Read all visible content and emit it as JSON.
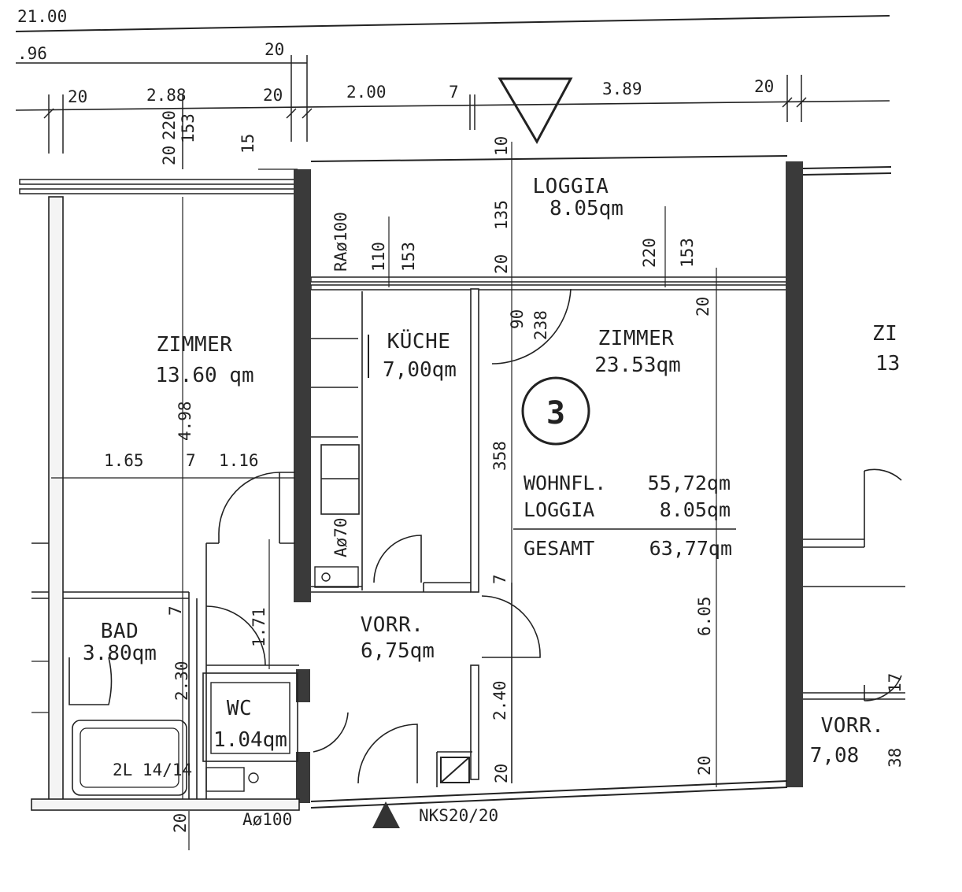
{
  "plan": {
    "apartment_number": "3",
    "rooms": [
      {
        "id": "loggia",
        "name": "LOGGIA",
        "area": "8.05qm"
      },
      {
        "id": "zimmer-large",
        "name": "ZIMMER",
        "area": "23.53qm"
      },
      {
        "id": "zimmer-left",
        "name": "ZIMMER",
        "area": "13.60 qm"
      },
      {
        "id": "kueche",
        "name": "KÜCHE",
        "area": "7,00qm"
      },
      {
        "id": "vorr",
        "name": "VORR.",
        "area": "6,75qm"
      },
      {
        "id": "bad",
        "name": "BAD",
        "area": "3.80qm"
      },
      {
        "id": "wc",
        "name": "WC",
        "area": "1.04qm"
      },
      {
        "id": "vorr-right",
        "name": "VORR.",
        "area": "7,08"
      },
      {
        "id": "zimmer-right",
        "name": "ZI",
        "area": "13"
      }
    ],
    "summary": {
      "wohnfl_label": "WOHNFL.",
      "wohnfl_value": "55,72qm",
      "loggia_label": "LOGGIA",
      "loggia_value": "8.05qm",
      "gesamt_label": "GESAMT",
      "gesamt_value": "63,77qm"
    },
    "dimensions": {
      "top_total": "21.00",
      "top_second": ".96",
      "d20_top": "20",
      "d20_a": "20",
      "d288": "2.88",
      "d20_b": "20",
      "d200": "2.00",
      "d7": "7",
      "d389": "3.89",
      "d20_right": "20",
      "v20": "20",
      "v220": "220",
      "v153": "153",
      "v15": "15",
      "v10": "10",
      "v135": "135",
      "v20b": "20",
      "v110": "110",
      "v153b": "153",
      "v220b": "220",
      "v153c": "153",
      "v20c": "20",
      "v90": "90",
      "v238": "238",
      "v498": "4.98",
      "h165": "1.65",
      "h7": "7",
      "h116": "1.16",
      "v358": "358",
      "v7": "7",
      "v171": "1.71",
      "v7b": "7",
      "v230": "2.30",
      "v605": "6.05",
      "v240": "2.40",
      "v20d": "20",
      "v20e": "20",
      "v20f": "20",
      "v38": "38",
      "v17": "17"
    },
    "annotations": {
      "ra100": "RAø100",
      "a70": "Aø70",
      "a100": "Aø100",
      "nks": "NKS20/20",
      "label_2l": "2L 14/14"
    }
  }
}
